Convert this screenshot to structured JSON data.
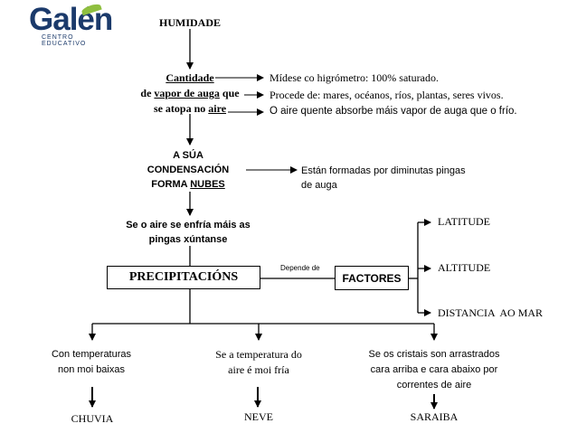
{
  "logo": {
    "name": "Galén",
    "subtitle": "CENTRO EDUCATIVO",
    "accent_color": "#8fbf3f",
    "brand_color": "#1b3a6b"
  },
  "title": "HUMIDADE",
  "cantidade": {
    "word1": "Cantidade",
    "line2_prefix": "de ",
    "line2_link": "vapor de auga",
    "line2_suffix": " que",
    "line3_prefix": "se atopa no ",
    "line3_link": "aire"
  },
  "facts": [
    "Mídese co higrómetro: 100% saturado.",
    "Procede de: mares, océanos, ríos, plantas, seres vivos.",
    "O aire quente absorbe máis vapor de auga que o frío."
  ],
  "condensation": {
    "line1": "A SÚA",
    "line2": "CONDENSACIÓN",
    "line3_prefix": "FORMA ",
    "line3_link": "NUBES"
  },
  "clouds_note": {
    "line1": "Están formadas por diminutas pingas",
    "line2": "de auga"
  },
  "cooling": {
    "line1": "Se o aire se enfría máis as",
    "line2": "pingas xúntanse"
  },
  "precipitations": "PRECIPITACIÓNS",
  "depends_label": "Depende de",
  "factors": "FACTORES",
  "factor_items": [
    "LATITUDE",
    "ALTITUDE",
    "DISTANCIA  AO MAR"
  ],
  "conditions": [
    {
      "line1": "Con temperaturas",
      "line2": "non moi baixas",
      "line3": ""
    },
    {
      "line1": "Se a temperatura do",
      "line2": "aire é moi fría",
      "line3": ""
    },
    {
      "line1": "Se os cristais son arrastrados",
      "line2": "cara arriba e cara abaixo por",
      "line3": "correntes de aire"
    }
  ],
  "results": [
    "CHUVIA",
    "NEVE",
    "SARAIBA"
  ]
}
